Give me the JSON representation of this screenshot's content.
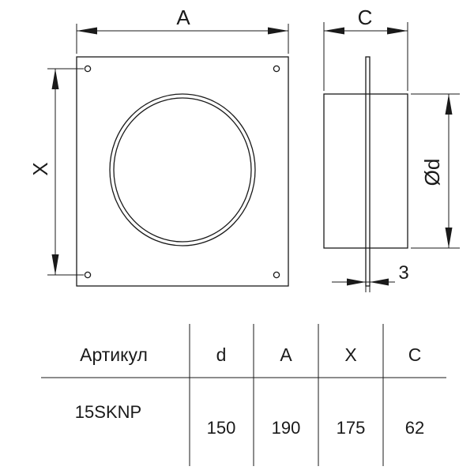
{
  "dimensions": {
    "a": "A",
    "c": "C",
    "x": "X",
    "d": "Ød",
    "flange": "3"
  },
  "table": {
    "headers": [
      "Артикул",
      "d",
      "A",
      "X",
      "C"
    ],
    "rows": [
      [
        "15SKNP",
        "150",
        "190",
        "175",
        "62"
      ]
    ]
  }
}
